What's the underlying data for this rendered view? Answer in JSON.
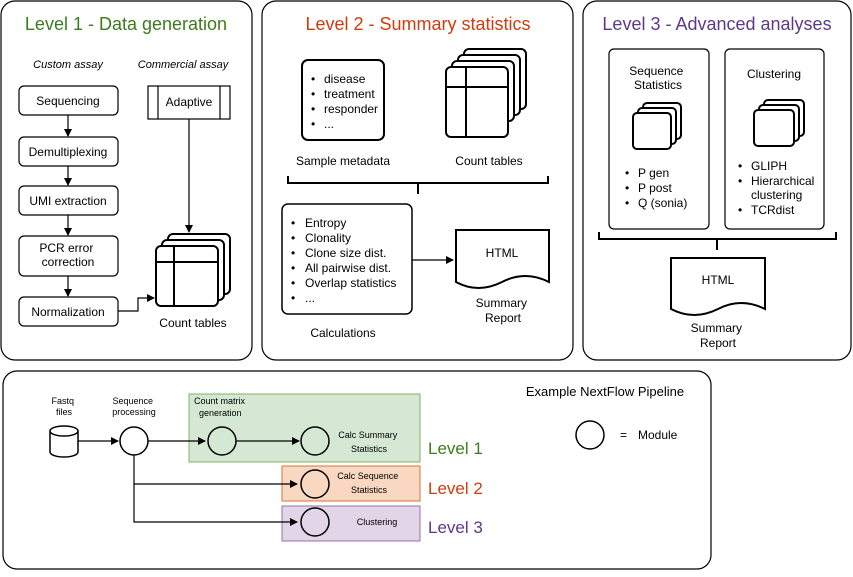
{
  "colors": {
    "level1": "#3a7d1e",
    "level2": "#cc3d0f",
    "level3": "#5b3a8a",
    "green_fill": "#d5e8d4",
    "green_stroke": "#82b366",
    "orange_fill": "#fad7c0",
    "orange_stroke": "#d6763a",
    "purple_fill": "#e1d5e7",
    "purple_stroke": "#9673a6"
  },
  "level1": {
    "title": "Level 1 - Data generation",
    "custom_label": "Custom assay",
    "commercial_label": "Commercial assay",
    "steps": [
      "Sequencing",
      "Demultiplexing",
      "UMI extraction",
      "PCR error correction",
      "Normalization"
    ],
    "adaptive": "Adaptive",
    "count_tables": "Count tables"
  },
  "level2": {
    "title": "Level 2 - Summary statistics",
    "metadata_items": [
      "disease",
      "treatment",
      "responder",
      "..."
    ],
    "metadata_label": "Sample metadata",
    "count_tables": "Count tables",
    "calc_items": [
      "Entropy",
      "Clonality",
      "Clone size dist.",
      "All pairwise dist.",
      "Overlap statistics",
      "..."
    ],
    "calc_label": "Calculations",
    "html": "HTML",
    "report_label": "Summary Report"
  },
  "level3": {
    "title": "Level 3 - Advanced analyses",
    "seq_stats_title": "Sequence Statistics",
    "seq_stats_items": [
      "P gen",
      "P post",
      "Q (sonia)"
    ],
    "clustering_title": "Clustering",
    "clustering_items": [
      "GLIPH",
      "Hierarchical clustering",
      "TCRdist"
    ],
    "html": "HTML",
    "report_label": "Summary Report"
  },
  "pipeline": {
    "title": "Example NextFlow Pipeline",
    "fastq": "Fastq files",
    "seq_processing": "Sequence processing",
    "count_matrix": "Count matrix generation",
    "calc_summary": "Calc Summary Statistics",
    "calc_sequence": "Calc Sequence Statistics",
    "clustering": "Clustering",
    "level1": "Level 1",
    "level2": "Level 2",
    "level3": "Level 3",
    "legend_eq": "=",
    "legend_module": "Module"
  }
}
